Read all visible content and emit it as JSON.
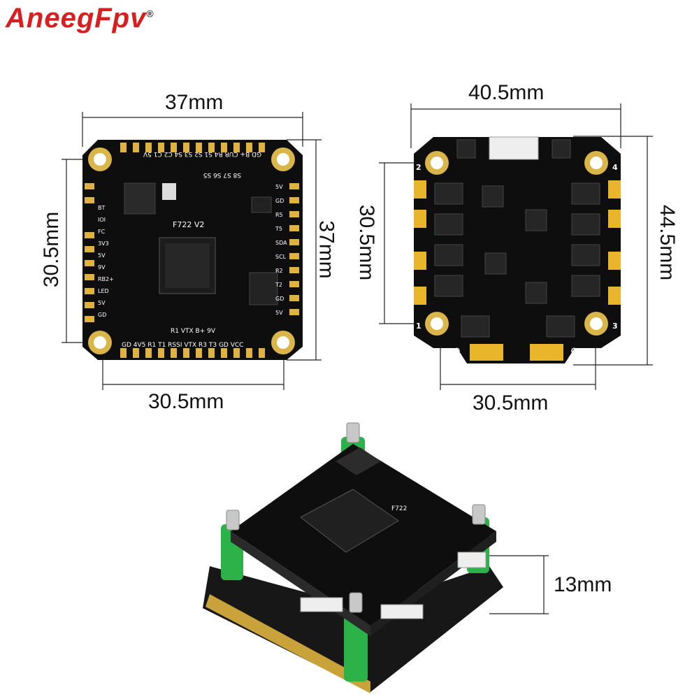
{
  "brand": {
    "name": "AneegFpv",
    "registered": "®"
  },
  "fc_board": {
    "label": "F722 V2",
    "dims": {
      "top": "37mm",
      "right": "37mm",
      "left": "30.5mm",
      "bottom": "30.5mm"
    },
    "top_pad_labels": "GD B+ CUR R4 S1 S2 S3 S4 C2 C1 5V",
    "top_sub_labels": "S8 S7 S6 S5",
    "left_labels": [
      "BT",
      "IOI",
      "FC",
      "3V3",
      "5V",
      "9V",
      "RB2+",
      "LED",
      "5V",
      "GD"
    ],
    "right_labels": [
      "5V",
      "GD",
      "R5",
      "T5",
      "SDA",
      "SCL",
      "R2",
      "T2",
      "GD",
      "5V"
    ],
    "bottom_labels_1": "R1 VTX B+ 9V",
    "bottom_labels_2": "GD 4V5 R1 T1 RSSI VTX R3 T3 GD VCC"
  },
  "esc_board": {
    "dims": {
      "top": "40.5mm",
      "left": "30.5mm",
      "right": "44.5mm",
      "bottom": "30.5mm"
    },
    "corner_numbers": [
      "2",
      "4",
      "1",
      "3"
    ],
    "polarity": [
      "⊖",
      "⊕"
    ]
  },
  "stack": {
    "height_dim": "13mm",
    "label": "F722"
  }
}
